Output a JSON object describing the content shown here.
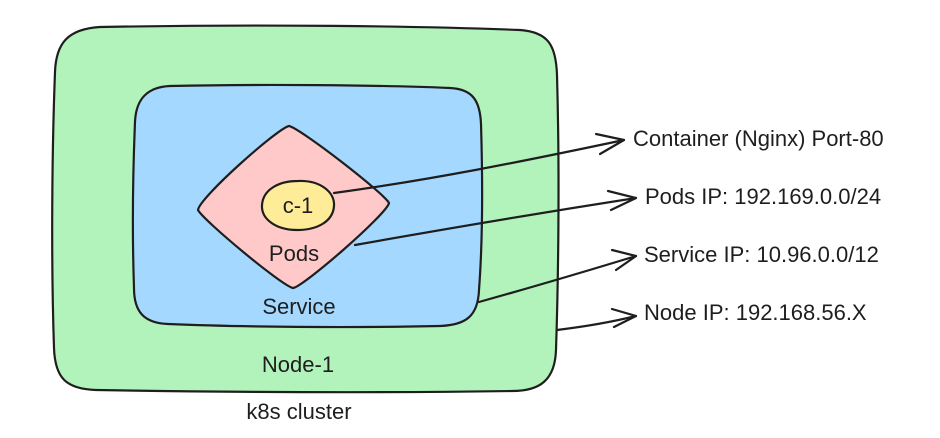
{
  "colors": {
    "node_fill": "#b2f2bb",
    "service_fill": "#a5d8ff",
    "pod_fill": "#ffc9c9",
    "container_fill": "#ffec99",
    "stroke": "#1e1e1e"
  },
  "labels": {
    "cluster": "k8s cluster",
    "node": "Node-1",
    "service": "Service",
    "pods": "Pods",
    "container": "c-1"
  },
  "annotations": [
    {
      "id": "container",
      "text": "Container (Nginx) Port-80"
    },
    {
      "id": "pods",
      "text": "Pods IP: 192.169.0.0/24"
    },
    {
      "id": "service",
      "text": "Service IP: 10.96.0.0/12"
    },
    {
      "id": "node",
      "text": "Node IP: 192.168.56.X"
    }
  ]
}
